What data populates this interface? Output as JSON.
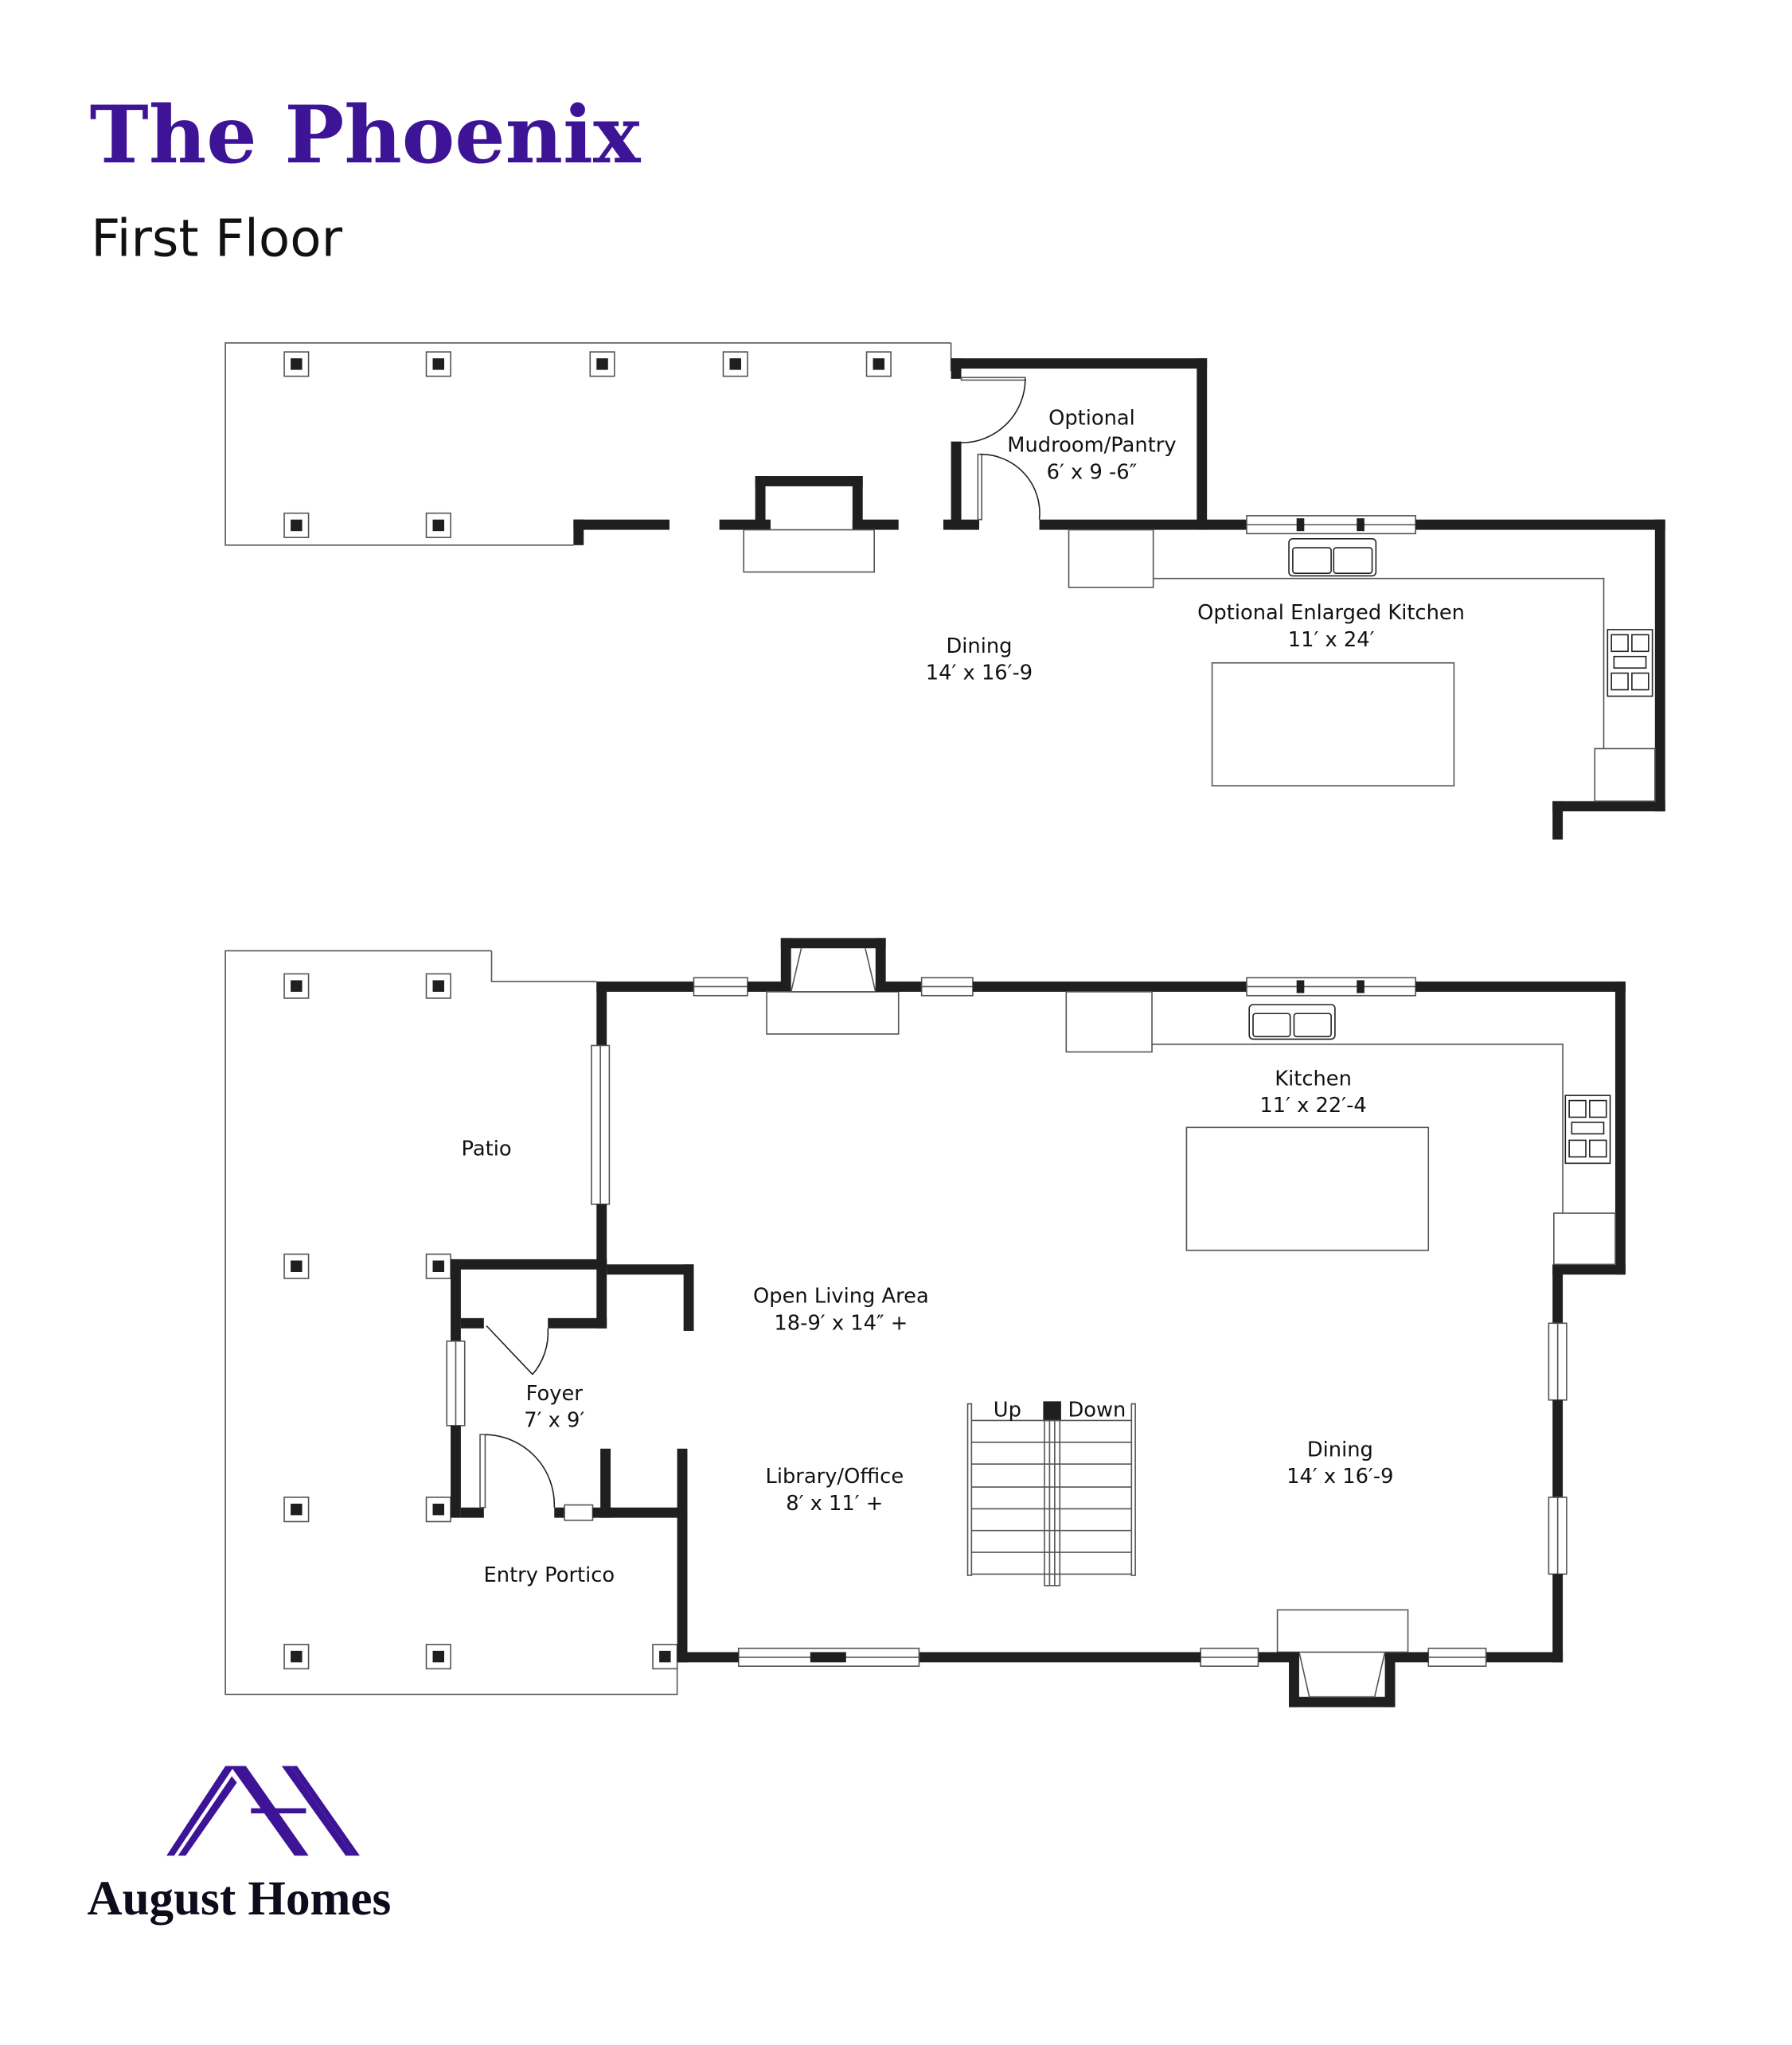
{
  "header": {
    "title": "The Phoenix",
    "subtitle": "First Floor"
  },
  "colors": {
    "brand_purple": "#3d1496",
    "wall": "#1f1f1f",
    "text": "#111111"
  },
  "option_plan": {
    "rooms": [
      {
        "name": "Optional",
        "line2": "Mudroom/Pantry",
        "dims": "6′ x 9 -6″"
      },
      {
        "name": "Optional Enlarged Kitchen",
        "dims": "11′ x 24′"
      },
      {
        "name": "Dining",
        "dims": "14′ x 16′-9"
      }
    ]
  },
  "main_plan": {
    "rooms": [
      {
        "name": "Patio"
      },
      {
        "name": "Kitchen",
        "dims": "11′ x 22′-4"
      },
      {
        "name": "Open Living Area",
        "dims": "18-9′ x 14″ +"
      },
      {
        "name": "Foyer",
        "dims": "7′ x 9′"
      },
      {
        "name": "Library/Office",
        "dims": "8′ x 11′  +"
      },
      {
        "name": "Dining",
        "dims": "14′ x 16′-9"
      },
      {
        "name": "Entry Portico"
      }
    ],
    "stairs": {
      "up": "Up",
      "down": "Down"
    }
  },
  "icons": {
    "sink": "double-sink-icon",
    "range": "cooktop-icon",
    "post": "column-post-icon",
    "fireplace": "fireplace-icon",
    "stairs": "staircase-icon",
    "logo": "august-homes-ah-logo-icon"
  },
  "brand": {
    "name": "August Homes"
  }
}
